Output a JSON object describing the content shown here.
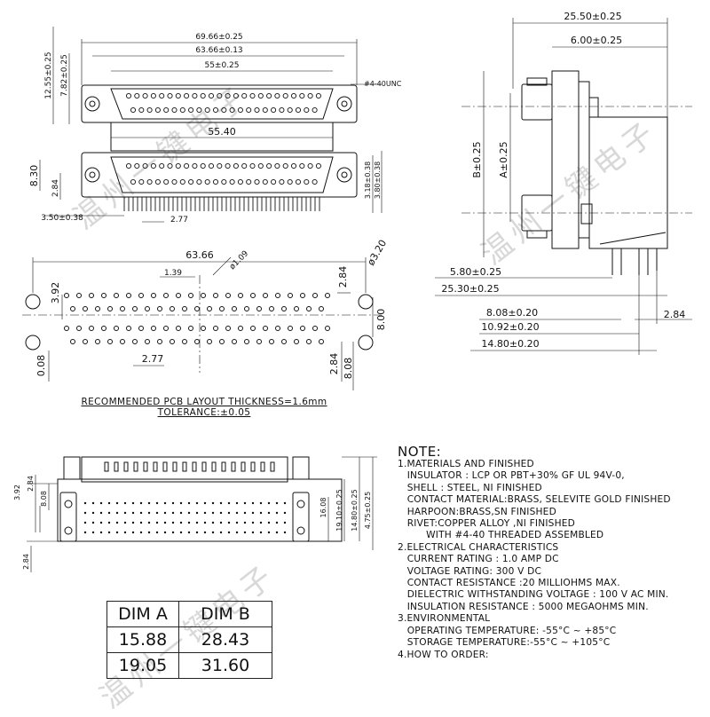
{
  "top_view": {
    "dims": [
      "69.66±0.25",
      "63.66±0.13",
      "55±0.25",
      "55.40",
      "12.55±0.25",
      "7.82±0.25",
      "8.30",
      "2.84",
      "3.50±0.38",
      "2.77",
      "3.18±0.38",
      "3.80±0.38"
    ],
    "thread_label": "#4-40UNC"
  },
  "side_view": {
    "dims": [
      "25.50±0.25",
      "6.00±0.25",
      "B±0.25",
      "A±0.25",
      "5.80±0.25",
      "25.30±0.25",
      "8.08±0.20",
      "2.84",
      "10.92±0.20",
      "14.80±0.20"
    ]
  },
  "pcb_layout": {
    "dims": [
      "63.66",
      "1.39",
      "ø1.09",
      "2.84",
      "ø3.20",
      "3.92",
      "8.00",
      "0.08",
      "2.77",
      "2.84",
      "8.08"
    ],
    "caption_line1": "RECOMMENDED PCB LAYOUT THICKNESS=1.6mm",
    "caption_line2": "TOLERANCE:±0.05"
  },
  "front_view": {
    "dims": [
      "3.92",
      "2.84",
      "8.08",
      "2.84",
      "16.08",
      "19.10±0.25",
      "14.80±0.25",
      "4.75±0.25"
    ]
  },
  "dim_table": {
    "headers": [
      "DIM A",
      "DIM B"
    ],
    "rows": [
      [
        "15.88",
        "28.43"
      ],
      [
        "19.05",
        "31.60"
      ]
    ]
  },
  "notes": {
    "title": "NOTE:",
    "lines": [
      "1.MATERIALS AND FINISHED",
      "   INSULATOR : LCP OR PBT+30% GF UL 94V-0,",
      "   SHELL : STEEL, NI FINISHED",
      "   CONTACT MATERIAL:BRASS, SELEVITE GOLD FINISHED",
      "   HARPOON:BRASS,SN FINISHED",
      "   RIVET:COPPER ALLOY ,NI FINISHED",
      "         WITH #4-40 THREADED ASSEMBLED",
      "2.ELECTRICAL CHARACTERISTICS",
      "   CURRENT RATING : 1.0 AMP DC",
      "   VOLTAGE RATING: 300 V DC",
      "   CONTACT RESISTANCE :20 MILLIOHMS MAX.",
      "   DIELECTRIC WITHSTANDING VOLTAGE : 100 V AC MIN.",
      "   INSULATION RESISTANCE : 5000 MEGAOHMS MIN.",
      "3.ENVIRONMENTAL",
      "   OPERATING TEMPERATURE: -55°C ~ +85°C",
      "   STORAGE TEMPERATURE:-55°C ~ +105°C",
      "4.HOW TO ORDER:"
    ]
  },
  "watermark": "温州一键电子"
}
